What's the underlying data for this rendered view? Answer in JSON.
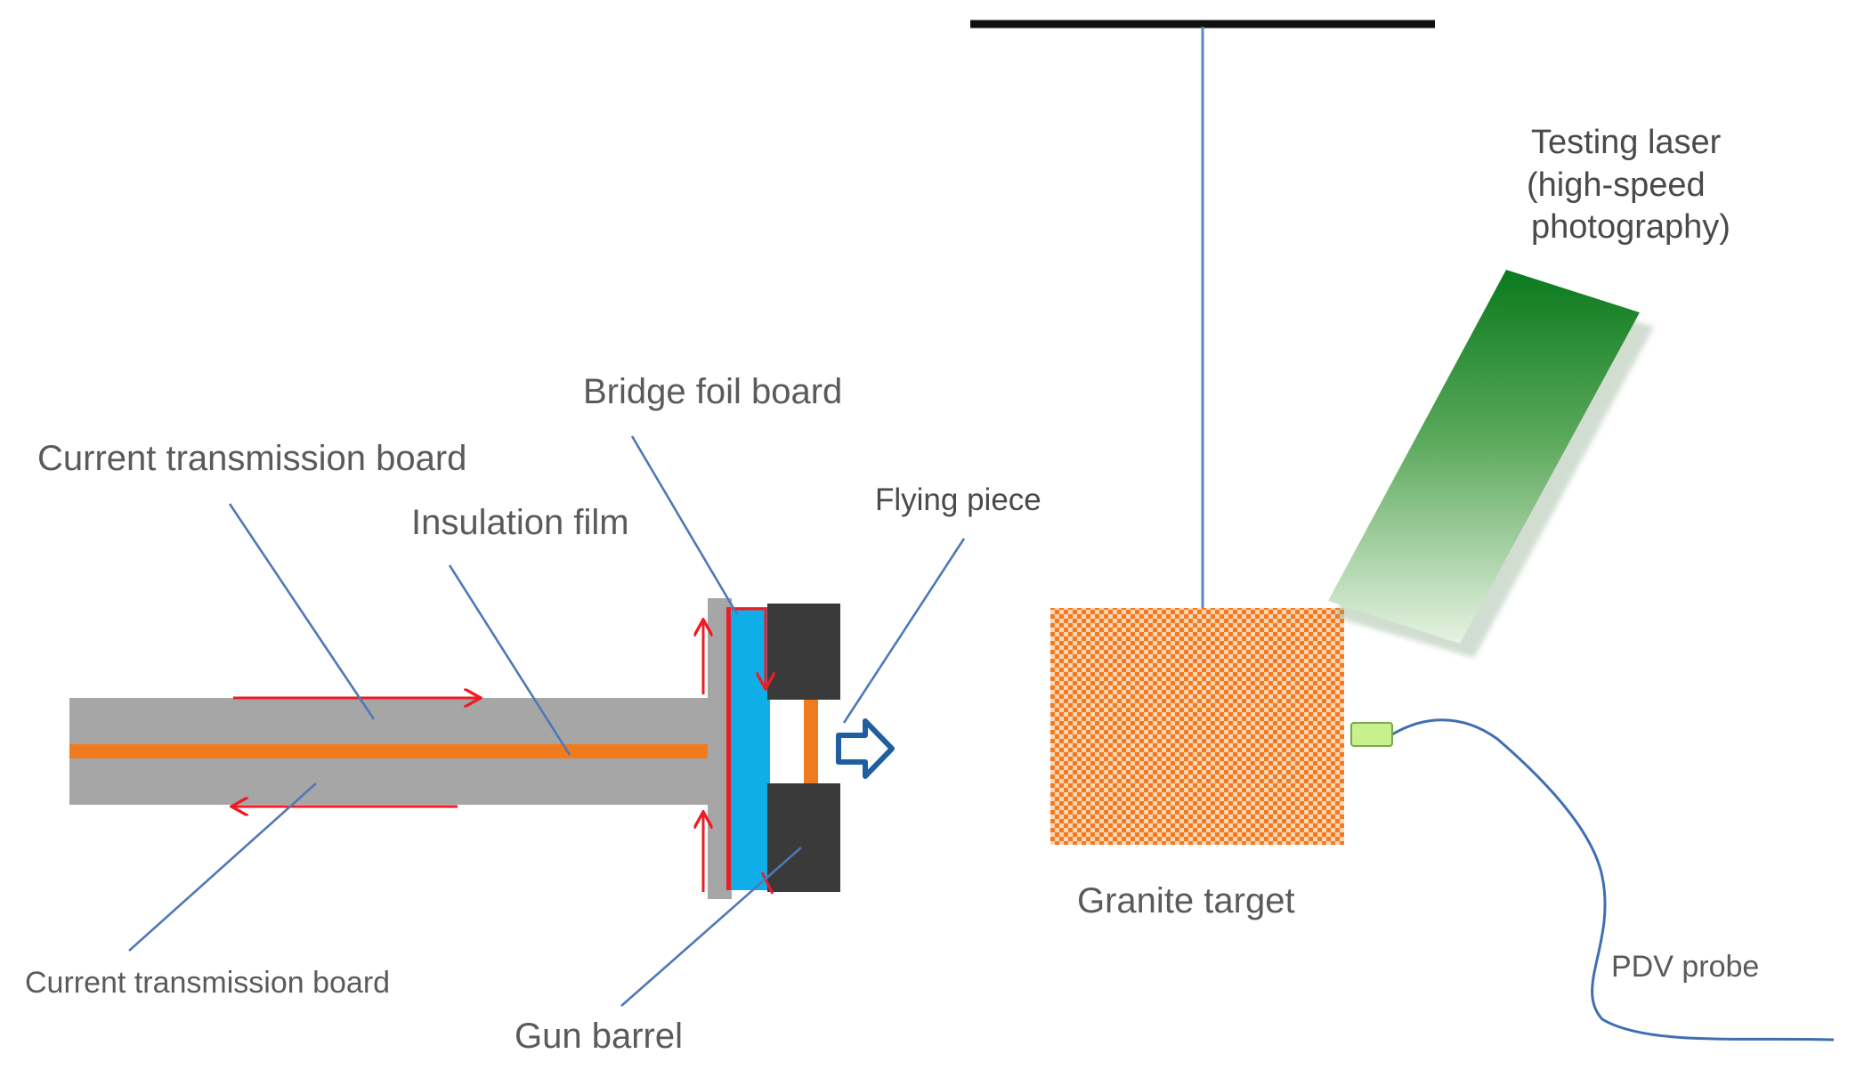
{
  "labels": {
    "bridge_foil_board": "Bridge foil board",
    "current_transmission_board_top": "Current transmission board",
    "insulation_film": "Insulation film",
    "flying_piece": "Flying piece",
    "current_transmission_board_bottom": "Current transmission board",
    "gun_barrel": "Gun barrel",
    "granite_target": "Granite target",
    "pdv_probe": "PDV probe",
    "testing_laser": [
      "Testing laser",
      "(high-speed",
      "photography)"
    ]
  },
  "colors": {
    "board_gray": "#a6a6a6",
    "insulation_orange": "#f07b1e",
    "bridge_foil_blue": "#10aee8",
    "barrel_dark": "#3a3a3a",
    "current_arrow_red": "#ee1c24",
    "leader_blue": "#4f79b5",
    "flying_arrow_blue": "#1f5fa0",
    "granite_orange": "#f47a20",
    "probe_green": "#c8f08c",
    "laser_green": "#0a7a1e",
    "suspension_black": "#111111"
  }
}
